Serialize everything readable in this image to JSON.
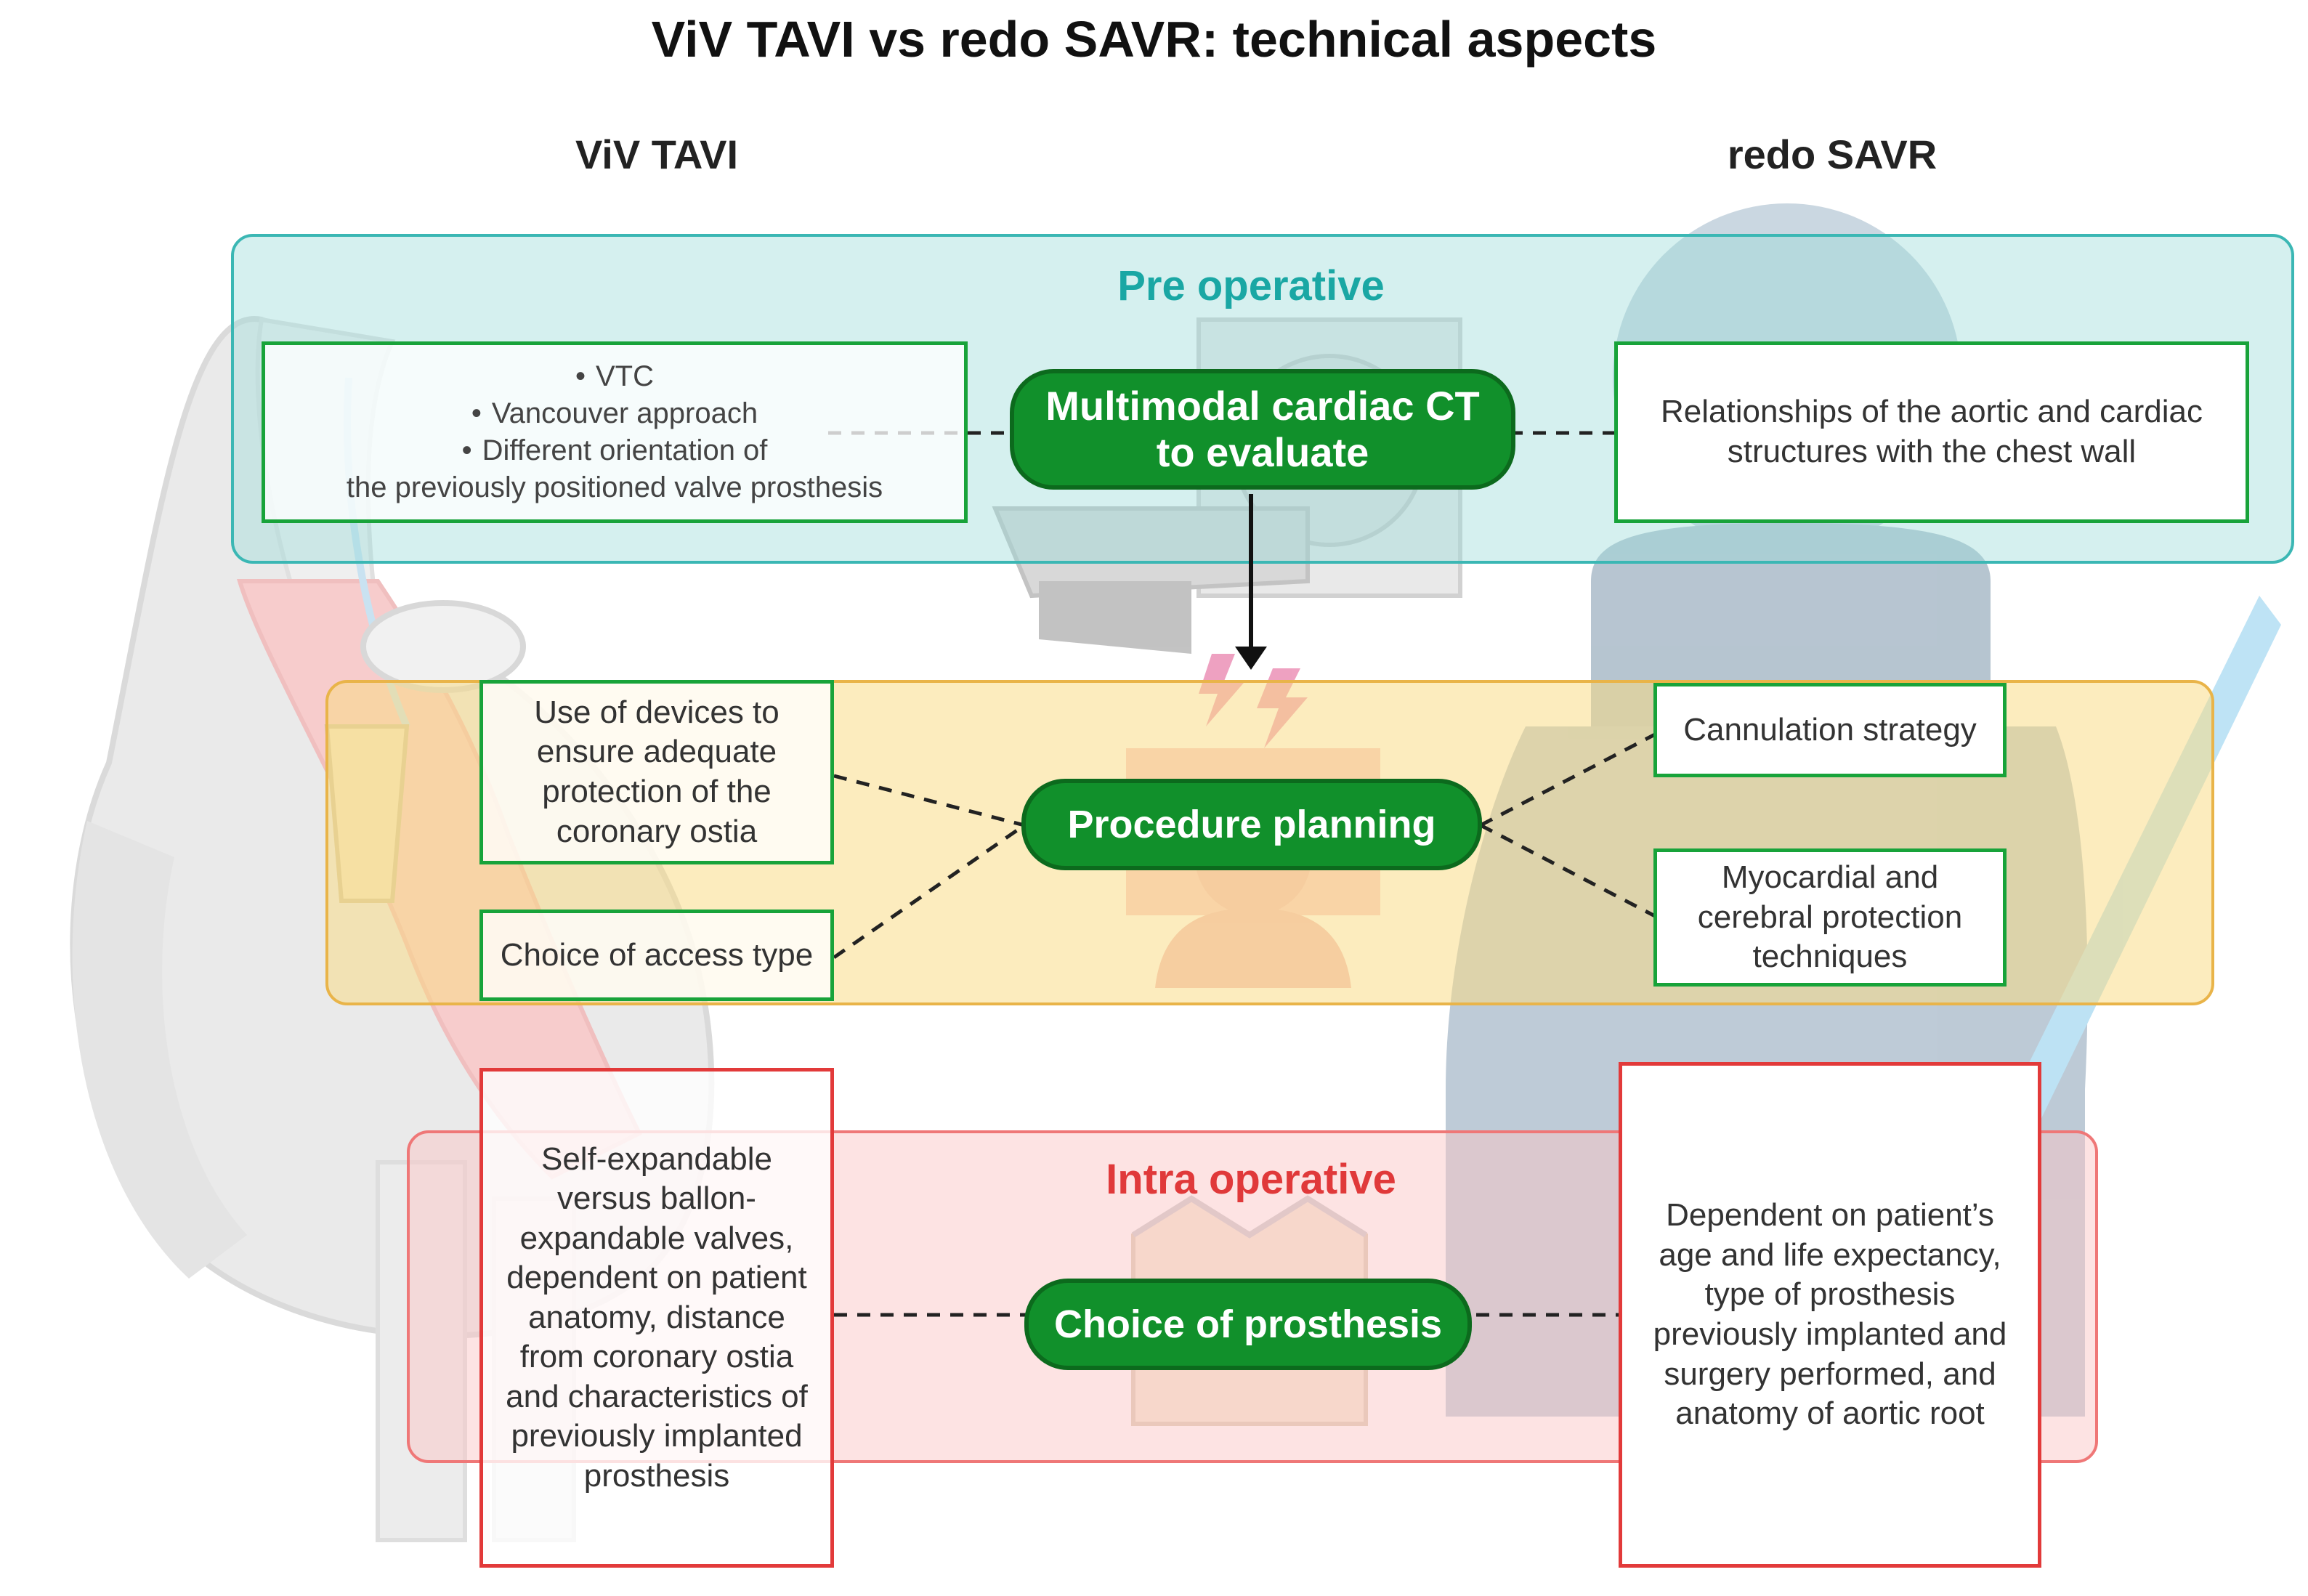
{
  "title": "ViV TAVI vs redo SAVR: technical aspects",
  "columns": {
    "left": "ViV TAVI",
    "right": "redo SAVR"
  },
  "colors": {
    "pre": "#3bb7b4",
    "planning": "#e9b449",
    "intra": "#ef7777",
    "node_green": "#11902b",
    "box_green": "#18a33a",
    "box_red": "#e23a3a"
  },
  "pre_operative": {
    "label": "Pre operative",
    "center": {
      "line1": "Multimodal cardiac CT",
      "line2": "to evaluate"
    },
    "left_bullets": [
      "VTC",
      "Vancouver approach",
      "Different orientation of"
    ],
    "left_continuation": "the previously positioned valve prosthesis",
    "right": "Relationships of the aortic and cardiac structures with the chest wall"
  },
  "procedure_planning": {
    "center": "Procedure planning",
    "left_top": "Use of devices to ensure adequate protection of the coronary ostia",
    "left_bottom": "Choice of access type",
    "right_top": "Cannulation strategy",
    "right_bottom": "Myocardial and cerebral protection techniques"
  },
  "intra_operative": {
    "label": "Intra operative",
    "center": "Choice of prosthesis",
    "left": "Self-expandable versus ballon-expandable valves, dependent on patient anatomy, distance from coronary ostia and characteristics of previously implanted prosthesis",
    "right": "Dependent on patient’s age and life expectancy, type of prosthesis previously implanted and surgery performed, and anatomy of aortic root"
  },
  "illustrations": [
    "heart-illustration",
    "ct-scanner-illustration",
    "person-silhouette",
    "stressed-person-icon",
    "valve-prosthesis-illustration",
    "lightning-icon"
  ]
}
